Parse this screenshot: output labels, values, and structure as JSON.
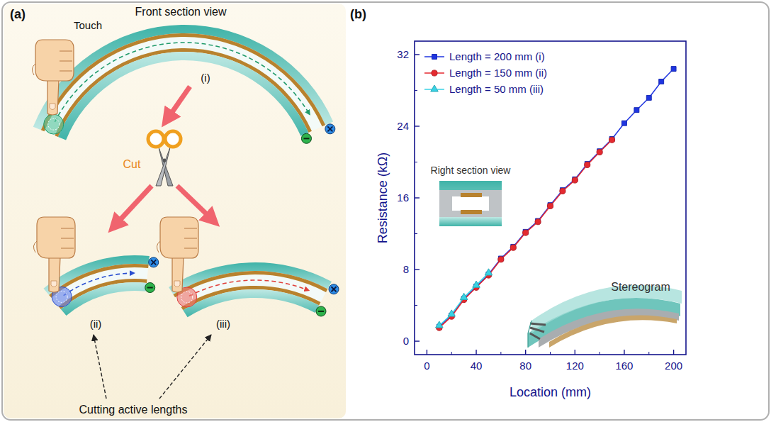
{
  "diagram": {
    "labels": [
      "(a)",
      "Front section view",
      "Touch",
      "(i)",
      "Cut",
      "(ii)",
      "(iii)",
      "Cutting active lengths",
      "(b)",
      "Resistance (kΩ)",
      "0",
      "8",
      "16",
      "24",
      "32",
      "0",
      "40",
      "80",
      "120",
      "160",
      "200",
      "Location (mm)",
      "Right section view",
      "Stereogram"
    ],
    "legend": [
      {
        "text": "Length = 200 mm (i)"
      },
      {
        "text": "Length = 150 mm (ii)"
      },
      {
        "text": "Length = 50 mm (iii)"
      }
    ]
  }
}
